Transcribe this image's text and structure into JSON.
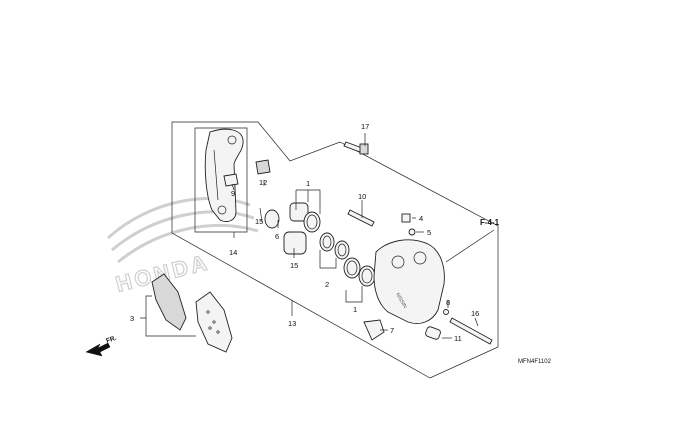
{
  "diagram": {
    "title": "",
    "reference_code": "MFN4F1102",
    "section_ref": "F-4-1",
    "direction_label": "FR.",
    "watermark": "HONDA",
    "callouts": [
      {
        "id": "c1a",
        "label": "1"
      },
      {
        "id": "c1b",
        "label": "1"
      },
      {
        "id": "c2",
        "label": "2"
      },
      {
        "id": "c3",
        "label": "3"
      },
      {
        "id": "c4",
        "label": "4"
      },
      {
        "id": "c5",
        "label": "5"
      },
      {
        "id": "c6",
        "label": "6"
      },
      {
        "id": "c7",
        "label": "7"
      },
      {
        "id": "c8",
        "label": "8"
      },
      {
        "id": "c9",
        "label": "9"
      },
      {
        "id": "c10",
        "label": "10"
      },
      {
        "id": "c11",
        "label": "11"
      },
      {
        "id": "c12",
        "label": "12"
      },
      {
        "id": "c13",
        "label": "13"
      },
      {
        "id": "c14",
        "label": "14"
      },
      {
        "id": "c15a",
        "label": "15"
      },
      {
        "id": "c15b",
        "label": "15"
      },
      {
        "id": "c16",
        "label": "16"
      },
      {
        "id": "c17",
        "label": "17"
      }
    ]
  }
}
